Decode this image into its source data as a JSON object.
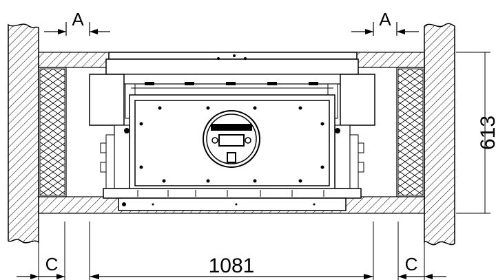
{
  "dimensions": {
    "clearance_top_left": "A",
    "clearance_top_right": "A",
    "clearance_bottom_left": "C",
    "clearance_bottom_right": "C",
    "width": "1081",
    "depth": "613"
  }
}
